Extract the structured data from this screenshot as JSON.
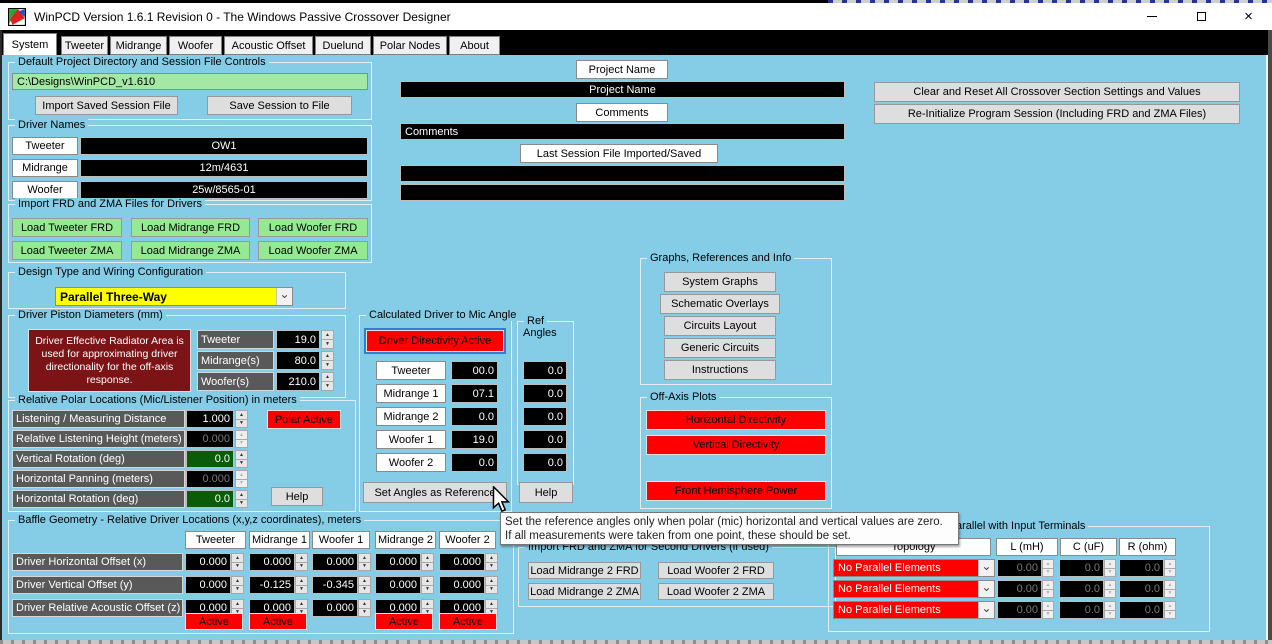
{
  "titlebar": {
    "title": "WinPCD Version 1.6.1 Revision 0 - The Windows Passive Crossover Designer"
  },
  "tabs": {
    "items": [
      "System",
      "Tweeter",
      "Midrange",
      "Woofer",
      "Acoustic Offset",
      "Duelund",
      "Polar Nodes",
      "About"
    ]
  },
  "project_dir": {
    "group_title": "Default Project Directory and Session File Controls",
    "path": "C:\\Designs\\WinPCD_v1.610",
    "import_button": "Import Saved Session File",
    "save_button": "Save Session to File"
  },
  "driver_names": {
    "group_title": "Driver Names",
    "rows": [
      {
        "label": "Tweeter",
        "value": "OW1"
      },
      {
        "label": "Midrange",
        "value": "12m/4631"
      },
      {
        "label": "Woofer",
        "value": "25w/8565-01"
      }
    ]
  },
  "import_files": {
    "group_title": "Import FRD and ZMA Files for Drivers",
    "buttons": [
      "Load Tweeter FRD",
      "Load Midrange FRD",
      "Load Woofer FRD",
      "Load Tweeter ZMA",
      "Load Midrange ZMA",
      "Load Woofer ZMA"
    ]
  },
  "design_type": {
    "group_title": "Design Type and Wiring Configuration",
    "selected": "Parallel Three-Way"
  },
  "piston": {
    "group_title": "Driver Piston Diameters (mm)",
    "info": "Driver Effective Radiator Area is used for approximating driver directionality for the off-axis response.",
    "rows": [
      {
        "label": "Tweeter",
        "value": "19.0"
      },
      {
        "label": "Midrange(s)",
        "value": "80.0"
      },
      {
        "label": "Woofer(s)",
        "value": "210.0"
      }
    ]
  },
  "polar": {
    "group_title": "Relative Polar Locations (Mic/Listener Position) in meters",
    "rows": [
      {
        "label": "Listening / Measuring Distance",
        "value": "1.000"
      },
      {
        "label": "Relative Listening Height (meters)",
        "value": "0.000"
      },
      {
        "label": "Vertical Rotation (deg)",
        "value": "0.0"
      },
      {
        "label": "Horizontal Panning (meters)",
        "value": "0.000"
      },
      {
        "label": "Horizontal Rotation (deg)",
        "value": "0.0"
      }
    ],
    "polar_active_button": "Polar Active",
    "help_button": "Help"
  },
  "calc_angle": {
    "group_title": "Calculated Driver to Mic Angle",
    "directivity_button": "Driver Directivity Active",
    "rows": [
      {
        "label": "Tweeter",
        "value": "00.0",
        "ref": "0.0"
      },
      {
        "label": "Midrange 1",
        "value": "07.1",
        "ref": "0.0"
      },
      {
        "label": "Midrange 2",
        "value": "0.0",
        "ref": "0.0"
      },
      {
        "label": "Woofer 1",
        "value": "19.0",
        "ref": "0.0"
      },
      {
        "label": "Woofer 2",
        "value": "0.0",
        "ref": "0.0"
      }
    ],
    "set_ref_button": "Set Angles as Reference"
  },
  "ref_angles": {
    "title_line1": "Ref",
    "title_line2": "Angles",
    "help_button": "Help"
  },
  "project_fields": {
    "name_label": "Project Name",
    "name_value": "Project Name",
    "comments_label": "Comments",
    "comments_value": "Comments",
    "last_session_label": "Last Session File Imported/Saved"
  },
  "reset_buttons": {
    "clear": "Clear and Reset All Crossover Section Settings and Values",
    "reinit": "Re-Initialize Program Session (Including FRD and ZMA Files)"
  },
  "graphs": {
    "group_title": "Graphs, References and Info",
    "buttons": [
      "System Graphs",
      "Schematic Overlays",
      "Circuits Layout",
      "Generic Circuits",
      "Instructions"
    ]
  },
  "offaxis": {
    "group_title": "Off-Axis Plots",
    "buttons": [
      "Horizontal Directivity",
      "Vertical Directivity",
      "Front Hemisphere Power"
    ]
  },
  "baffle": {
    "group_title": "Baffle Geometry - Relative Driver Locations (x,y,z coordinates), meters",
    "columns": [
      "Tweeter",
      "Midrange 1",
      "Woofer 1",
      "Midrange 2",
      "Woofer 2"
    ],
    "rows": [
      {
        "label": "Driver Horizontal Offset (x)",
        "values": [
          "0.000",
          "0.000",
          "0.000",
          "0.000",
          "0.000"
        ]
      },
      {
        "label": "Driver Vertical Offset (y)",
        "values": [
          "0.000",
          "-0.125",
          "-0.345",
          "0.000",
          "0.000"
        ]
      },
      {
        "label": "Driver Relative Acoustic Offset (z)",
        "values": [
          "0.000",
          "0.000",
          "0.000",
          "0.000",
          "0.000"
        ]
      }
    ],
    "active_label": "Active"
  },
  "second_drivers": {
    "group_title": "Import FRD and ZMA for Second Drivers (if used)",
    "buttons": [
      "Load Midrange 2 FRD",
      "Load Woofer 2 FRD",
      "Load Midrange 2 ZMA",
      "Load Woofer 2  ZMA"
    ]
  },
  "parallel": {
    "group_title": "RLC Compensation in Parallel with Input Terminals",
    "columns": [
      "Topology",
      "L (mH)",
      "C (uF)",
      "R (ohm)"
    ],
    "rows": [
      {
        "topology": "No Parallel Elements",
        "l": "0.00",
        "c": "0.0",
        "r": "0.0"
      },
      {
        "topology": "No Parallel Elements",
        "l": "0.00",
        "c": "0.0",
        "r": "0.0"
      },
      {
        "topology": "No Parallel Elements",
        "l": "0.00",
        "c": "0.0",
        "r": "0.0"
      }
    ]
  },
  "tooltip": {
    "line1": "Set the reference angles only when polar (mic) horizontal and vertical values are zero.",
    "line2": "If all measurements were taken from one point, these should be set."
  }
}
